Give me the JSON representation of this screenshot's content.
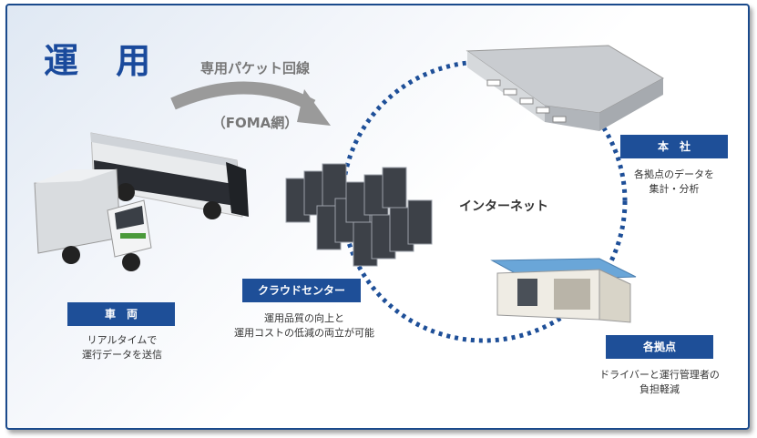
{
  "title": "運 用",
  "arrow": {
    "line1": "専用パケット回線",
    "line2": "（FOMA網）"
  },
  "internet_label": "インターネット",
  "nodes": {
    "vehicle": {
      "label": "車　両",
      "desc1": "リアルタイムで",
      "desc2": "運行データを送信"
    },
    "cloud": {
      "label": "クラウドセンター",
      "desc1": "運用品質の向上と",
      "desc2": "運用コストの低減の両立が可能"
    },
    "hq": {
      "label": "本　社",
      "desc1": "各拠点のデータを",
      "desc2": "集計・分析"
    },
    "branch": {
      "label": "各拠点",
      "desc1": "ドライバーと運行管理者の",
      "desc2": "負担軽減"
    }
  },
  "colors": {
    "accent": "#1e4f98",
    "frame": "#1a4a8c",
    "dots": "#1e4f98"
  }
}
